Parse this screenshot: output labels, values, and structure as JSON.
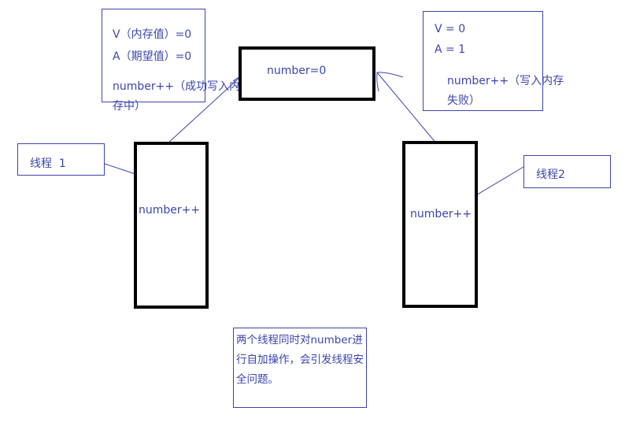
{
  "memory": {
    "label": "number=0"
  },
  "thread1": {
    "label": "线程  1",
    "op": "number++"
  },
  "thread2": {
    "label": "线程2",
    "op": "number++"
  },
  "note_left": {
    "line1": "V（内存值）=0",
    "line2": "A（期望值）=0",
    "line3": "number++（成功写入内存中）"
  },
  "note_right": {
    "line1": "V = 0",
    "line2": "A = 1",
    "line3": "number++（写入内存失败）"
  },
  "note_bottom": {
    "text": "两个线程同时对number进行自加操作，会引发线程安全问题。"
  },
  "colors": {
    "ink": "#3b45b0",
    "frame": "#000000"
  }
}
